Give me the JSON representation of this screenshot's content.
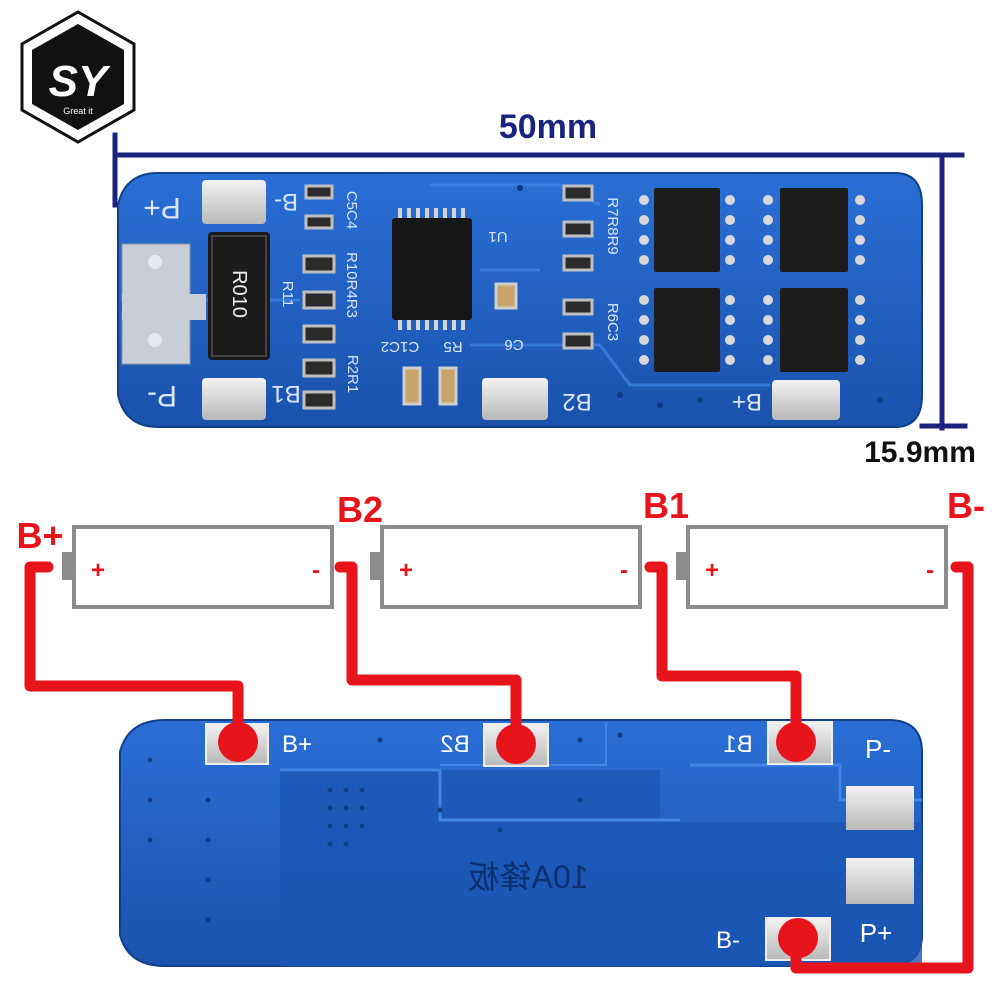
{
  "logo": {
    "letters": "SY",
    "tagline": "Great it"
  },
  "dimensions": {
    "length": "50mm",
    "width": "15.9mm"
  },
  "board_top": {
    "pads": {
      "p_plus": "P+",
      "p_minus": "P-",
      "b_minus": "B-",
      "b1": "B1",
      "b2": "B2",
      "b_plus": "B+"
    },
    "shunt": "R010",
    "labels": {
      "c5c4": "C5C4",
      "r10r4r3": "R10R4R3",
      "r11": "R11",
      "r2r1": "R2R1",
      "c1c2": "C1C2",
      "r5": "R5",
      "c6": "C6",
      "u1": "U1",
      "r7r8r9": "R7R8R9",
      "r6c3": "R6C3"
    }
  },
  "batteries": [
    {
      "label_left": "B+",
      "plus": "+",
      "minus": "-"
    },
    {
      "label_left": "B2",
      "plus": "+",
      "minus": "-"
    },
    {
      "label_left": "B1",
      "plus": "+",
      "minus": "-"
    }
  ],
  "node_labels": {
    "b_plus": "B+",
    "b2": "B2",
    "b1": "B1",
    "b_minus": "B-"
  },
  "board_bottom": {
    "pads": {
      "b_plus": "B+",
      "b2": "B2",
      "b1": "B1",
      "p_minus": "P-",
      "b_minus": "B-",
      "p_plus": "P+"
    },
    "marking": "10A锋板"
  },
  "colors": {
    "pcb_blue": "#1f5fc2",
    "pcb_dark": "#17469a",
    "dimension": "#1a237e",
    "wire_red": "#e8141c",
    "label_red": "#e8141c",
    "pad_silver": "#cfcfcf"
  }
}
